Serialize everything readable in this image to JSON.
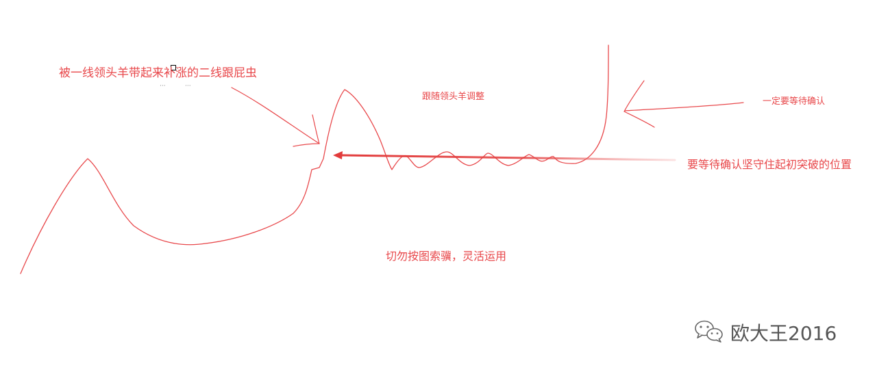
{
  "annotations": {
    "follower_label": "被一线领头羊带起来补涨的二线跟屁虫",
    "adjust_label": "跟随领头羊调整",
    "confirm_label": "一定要等待确认",
    "hold_label": "要等待确认坚守住起初突破的位置",
    "note_label": "切勿按图索骥，灵活运用"
  },
  "watermark": {
    "text": "欧大王2016",
    "icon": "wechat-icon"
  },
  "colors": {
    "ink": "#e8474a",
    "arrow": "#e23b3b",
    "watermark": "#555555"
  }
}
